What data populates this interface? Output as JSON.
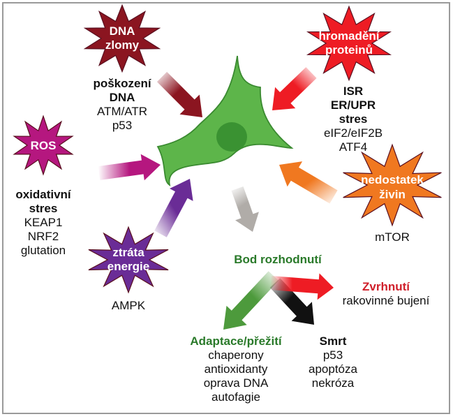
{
  "colors": {
    "dna": "#8b1520",
    "protein": "#ee1c24",
    "ros": "#b5177f",
    "energy": "#6a2c96",
    "nutrient": "#f07820",
    "cell": "#5db54a",
    "nucleus": "#3a9232",
    "decision": "#2a7a2a",
    "adaptation_arrow": "#4d9a3c",
    "transformation": "#d0202b",
    "death_arrow": "#111111",
    "decision_arrow": "#b0aca8"
  },
  "stressors": {
    "dna": {
      "burst": [
        "DNA",
        "zlomy"
      ],
      "heading": [
        "poškození",
        "DNA"
      ],
      "details": [
        "ATM/ATR",
        "p53"
      ]
    },
    "protein": {
      "burst": [
        "hromadění",
        "proteinů"
      ],
      "heading": [
        "ISR",
        "ER/UPR",
        "stres"
      ],
      "details": [
        "eIF2/eIF2B",
        "ATF4"
      ]
    },
    "ros": {
      "burst": [
        "ROS"
      ],
      "heading": [
        "oxidativní",
        "stres"
      ],
      "details": [
        "KEAP1",
        "NRF2",
        "glutation"
      ]
    },
    "energy": {
      "burst": [
        "ztráta",
        "energie"
      ],
      "details": [
        "AMPK"
      ]
    },
    "nutrient": {
      "burst": [
        "nedostatek",
        "živin"
      ],
      "details": [
        "mTOR"
      ]
    }
  },
  "decision": {
    "label": "Bod rozhodnutí"
  },
  "outcomes": {
    "adaptation": {
      "title": "Adaptace/přežití",
      "items": [
        "chaperony",
        "antioxidanty",
        "oprava DNA",
        "autofagie"
      ]
    },
    "death": {
      "title": "Smrt",
      "items": [
        "p53",
        "apoptóza",
        "nekróza"
      ]
    },
    "transformation": {
      "title": "Zvrhnutí",
      "items": [
        "rakovinné bujení"
      ]
    }
  }
}
